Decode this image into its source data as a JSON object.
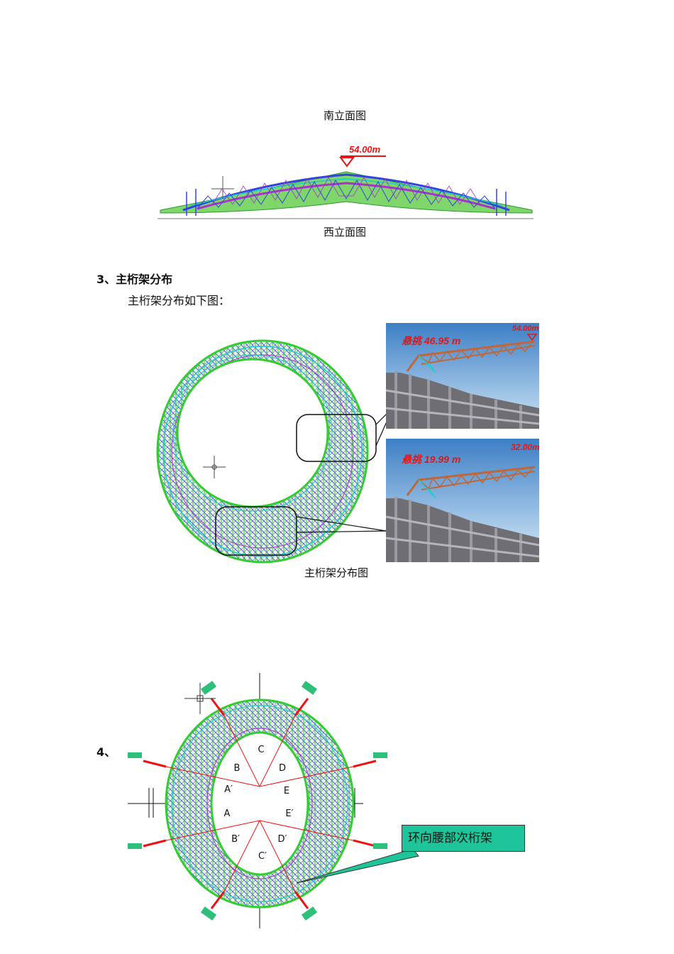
{
  "captions": {
    "south_elevation": "南立面图",
    "west_elevation": "西立面图",
    "main_truss_figure": "主桁架分布图"
  },
  "elevation": {
    "height_mark": "54.00m"
  },
  "section3": {
    "heading": "3、主桁架分布",
    "intro": "主桁架分布如下图："
  },
  "photos": {
    "top": {
      "overhang": "悬挑 46.95 m",
      "height": "54.00m"
    },
    "bottom": {
      "overhang": "悬挑 19.99 m",
      "height": "32.00m"
    }
  },
  "section4": {
    "heading": "4、"
  },
  "zones": {
    "labels": [
      "C",
      "B",
      "D",
      "A′",
      "E",
      "A",
      "E′",
      "B′",
      "D′",
      "C′"
    ]
  },
  "callout": {
    "label": "环向腰部次桁架"
  },
  "colors": {
    "truss_green": "#33cc33",
    "truss_blue": "#3344dd",
    "truss_purple": "#aa33cc",
    "truss_cyan": "#22cccc",
    "mark_red": "#ee1111",
    "callout_fill": "#1fc59a"
  }
}
